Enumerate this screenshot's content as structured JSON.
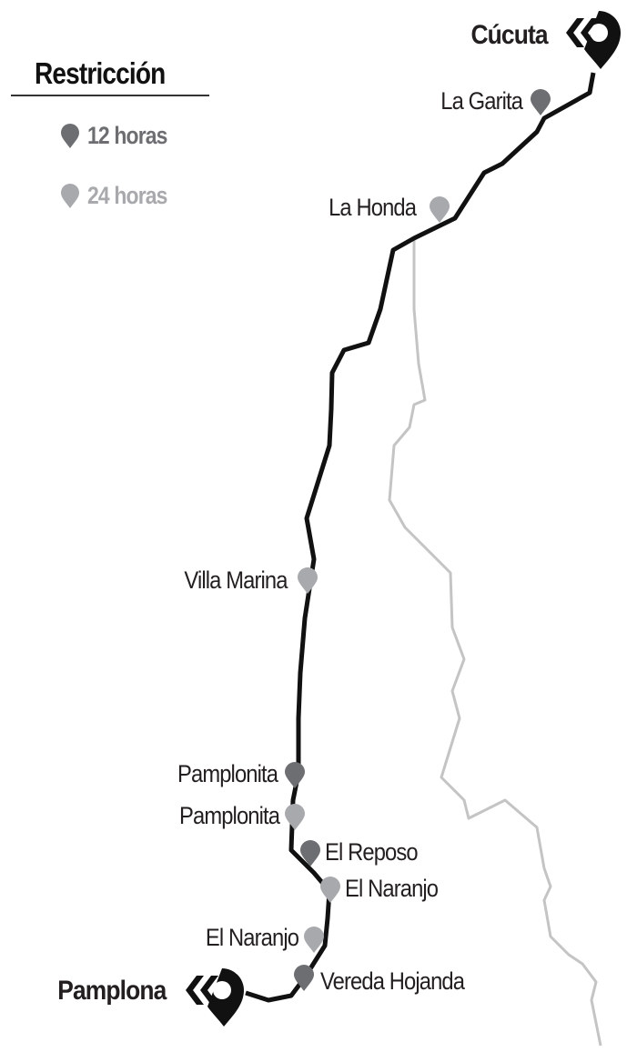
{
  "legend": {
    "title": "Restricción",
    "items": [
      {
        "label": "12 horas",
        "color": "#6d6e71"
      },
      {
        "label": "24 horas",
        "color": "#a7a9ac"
      }
    ]
  },
  "endpoints": {
    "start": "Cúcuta",
    "end": "Pamplona"
  },
  "points": [
    {
      "name": "La Garita",
      "restriction": "12 horas"
    },
    {
      "name": "La Honda",
      "restriction": "24 horas"
    },
    {
      "name": "Villa Marina",
      "restriction": "24 horas"
    },
    {
      "name": "Pamplonita",
      "restriction": "12 horas"
    },
    {
      "name": "Pamplonita",
      "restriction": "24 horas"
    },
    {
      "name": "El Reposo",
      "restriction": "12 horas"
    },
    {
      "name": "El Naranjo",
      "restriction": "24 horas"
    },
    {
      "name": "El Naranjo",
      "restriction": "24 horas"
    },
    {
      "name": "Vereda Hojanda",
      "restriction": "12 horas"
    }
  ],
  "colors": {
    "route": "#111111",
    "border": "#c4c4c4",
    "dark_pin": "#6d6e71",
    "light_pin": "#a7a9ac"
  }
}
